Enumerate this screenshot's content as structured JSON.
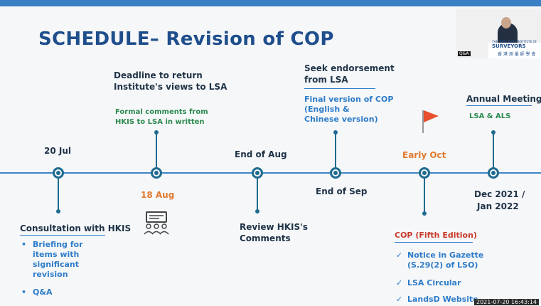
{
  "slide": {
    "title": "SCHEDULE– Revision of COP",
    "timestamp": "2021-07-20 16:43:14",
    "webcam": {
      "name_tag": "Q&A",
      "org_small": "THE HONG KONG INSTITUTE OF",
      "logo": "SURVEYORS",
      "chinese": "香 港 測 量 師 學 會"
    }
  },
  "timeline": {
    "n1": {
      "date": "20 Jul",
      "heading": "Consultation with HKIS",
      "items": [
        "Briefing for",
        "items with",
        "significant",
        "revision",
        "Q&A"
      ]
    },
    "n2": {
      "date": "18 Aug",
      "heading_l1": "Deadline to return",
      "heading_l2": "Institute's views to LSA",
      "sub_l1": "Formal comments from",
      "sub_l2": "HKIS to LSA in written"
    },
    "n3": {
      "date": "End of Aug",
      "below_l1": "Review HKIS's",
      "below_l2": "Comments"
    },
    "n4": {
      "date": "End of Sep",
      "heading_l1": "Seek endorsement",
      "heading_l2": "from LSA",
      "sub_l1": "Final version of COP",
      "sub_l2": "(English &",
      "sub_l3": "Chinese version)"
    },
    "n5": {
      "date": "Early Oct",
      "heading": "COP (Fifth Edition)",
      "items": [
        "Notice in Gazette",
        "(S.29(2) of LSO)",
        "LSA Circular",
        "LandsD Website"
      ]
    },
    "n6": {
      "date_l1": "Dec 2021 /",
      "date_l2": "Jan 2022",
      "heading": "Annual Meeting",
      "sub": "LSA & ALS"
    }
  },
  "colors": {
    "title": "#1f4e8c",
    "timeline": "#3d85c6",
    "node": "#1e6b8f",
    "accent_orange": "#e07a2e",
    "accent_green": "#2b8a4e",
    "accent_red": "#c83a2a",
    "flag": "#e8502e"
  },
  "icons": [
    "meeting-icon",
    "flag-icon",
    "check-icon",
    "bullet-icon"
  ]
}
